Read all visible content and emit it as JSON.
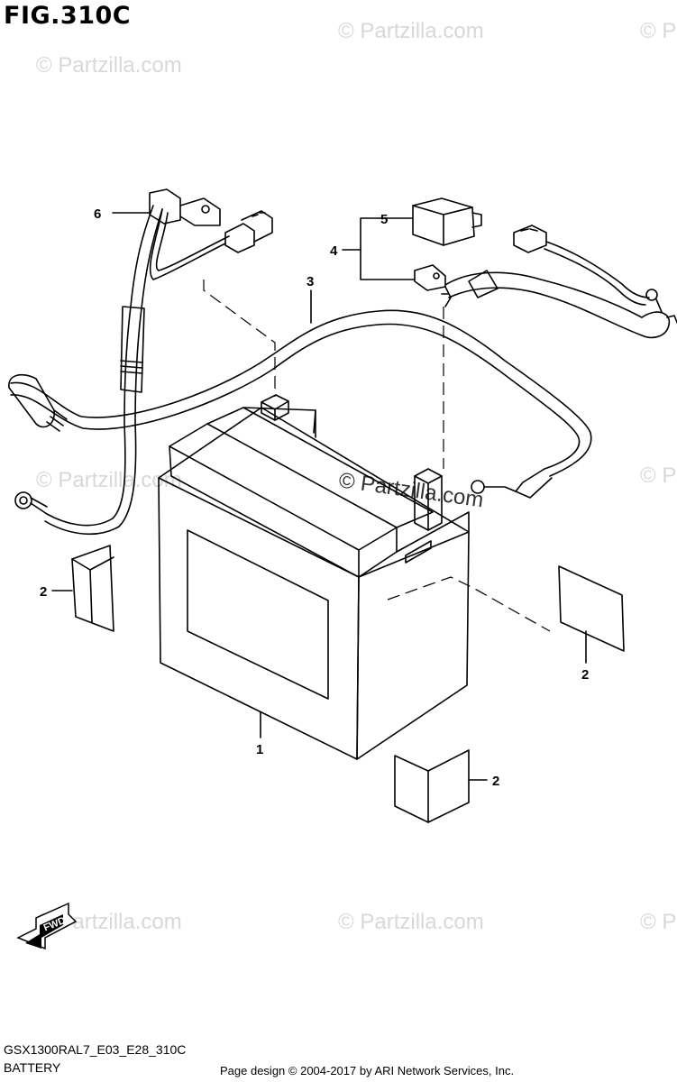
{
  "figure": {
    "title": "FIG.310C",
    "model_code": "GSX1300RAL7_E03_E28_310C",
    "section_name": "BATTERY",
    "copyright": "Page design © 2004-2017 by ARI Network Services, Inc."
  },
  "watermark": {
    "text": "© Partzilla.com"
  },
  "direction_arrow": {
    "label": "FWD"
  },
  "callouts": [
    {
      "id": "1",
      "label": "1"
    },
    {
      "id": "2a",
      "label": "2"
    },
    {
      "id": "2b",
      "label": "2"
    },
    {
      "id": "2c",
      "label": "2"
    },
    {
      "id": "3",
      "label": "3"
    },
    {
      "id": "4",
      "label": "4"
    },
    {
      "id": "5",
      "label": "5"
    },
    {
      "id": "6",
      "label": "6"
    }
  ]
}
